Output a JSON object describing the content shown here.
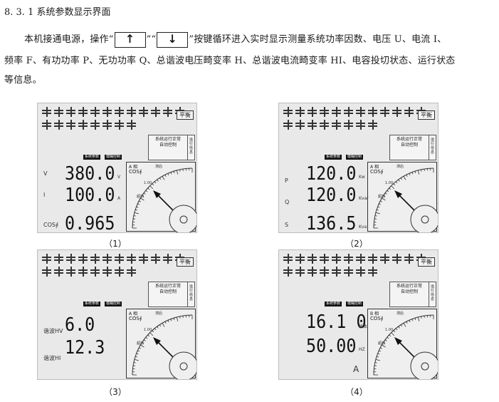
{
  "doc": {
    "heading": "8. 3. 1 系统参数显示界面",
    "para1_pre": "本机接通电源，操作“",
    "para1_mid": "”“",
    "para1_post": "”按键循环进入实时显示测量系统功率因数、电压 U、电流 I、",
    "para2": "频率 F、有功功率 P、无功功率 Q、总谐波电压畸变率 H、总谐波电流畸变率 HI、电容投切状态、运行状态",
    "para3": "等信息。",
    "key_up": "↑",
    "key_down": "↓"
  },
  "common": {
    "pingheng": "平衡",
    "status_line1": "系统运行正常",
    "status_line2": "自动控制",
    "run_label": "运行信息",
    "tag_params": "系统参数",
    "tag_control": "模糊控制",
    "cosphi": "COS∮",
    "gauge_100": "1.00",
    "gauge_lag": "滞后",
    "gauge_lead": "超前"
  },
  "panels": [
    {
      "caption": "（1）",
      "phase": "A 相",
      "rows": [
        {
          "label": "V",
          "value": "380.0",
          "unit": "V"
        },
        {
          "label": "I",
          "value": "100.0",
          "unit": "A"
        },
        {
          "label": "COS∮",
          "value": "0.965",
          "unit": ""
        }
      ]
    },
    {
      "caption": "（2）",
      "phase": "A 相",
      "rows": [
        {
          "label": "P",
          "value": "120.0",
          "unit": "Kw"
        },
        {
          "label": "Q",
          "value": "120.0",
          "unit": "Kvar"
        },
        {
          "label": "S",
          "value": "136.5",
          "unit": "Kva"
        }
      ]
    },
    {
      "caption": "（3）",
      "phase": "A 相",
      "rows": [
        {
          "label": "谐波HV",
          "value": "6.0",
          "unit": ""
        },
        {
          "label": "谐波HI",
          "value": "12.3",
          "unit": ""
        }
      ]
    },
    {
      "caption": "（4）",
      "phase": "B 相",
      "rows": [
        {
          "label": "",
          "value": "16.1 0",
          "unit": "版本"
        },
        {
          "label": "",
          "value": "50.00",
          "unit": "HZ"
        }
      ],
      "extra": "A"
    }
  ]
}
